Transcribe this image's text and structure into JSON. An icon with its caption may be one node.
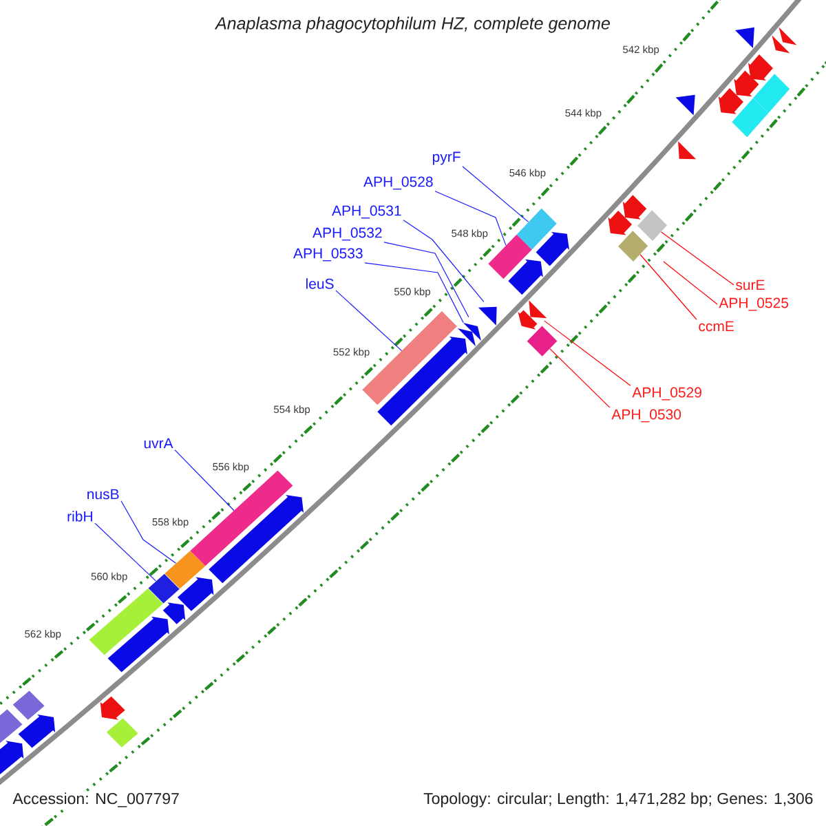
{
  "diagram": {
    "title": "Anaplasma phagocytophilum HZ, complete genome",
    "nodes": [
      {
        "text": [
          "pyrF"
        ]
      },
      {
        "text": [
          "APH_0528"
        ]
      },
      {
        "text": [
          "APH_0531"
        ]
      },
      {
        "text": [
          "APH_0532"
        ]
      },
      {
        "text": [
          "APH_0533"
        ]
      },
      {
        "text": [
          "leuS"
        ]
      },
      {
        "text": [
          "uvrA"
        ]
      },
      {
        "text": [
          "nusB"
        ]
      },
      {
        "text": [
          "ribH"
        ]
      },
      {
        "text": [
          "surE"
        ]
      },
      {
        "text": [
          "APH_0525"
        ]
      },
      {
        "text": [
          "ccmE"
        ]
      },
      {
        "text": [
          "APH_0529"
        ]
      },
      {
        "text": [
          "APH_0530"
        ]
      },
      {
        "text": [],
        "shape": "triangle"
      },
      {
        "text": [],
        "shape": "triangle"
      },
      {
        "text": [],
        "shape": "triangle"
      },
      {
        "text": [],
        "shape": "arrow"
      },
      {
        "text": [],
        "shape": "arrow"
      },
      {
        "text": [],
        "shape": "bar"
      },
      {
        "text": [],
        "shape": "triangle"
      },
      {
        "text": [],
        "shape": "arrow"
      },
      {
        "text": [],
        "shape": "bar"
      },
      {
        "text": [],
        "shape": "triangle"
      },
      {
        "text": [],
        "shape": "arrow"
      },
      {
        "text": [],
        "shape": "arrow"
      },
      {
        "text": [],
        "shape": "diamond"
      },
      {
        "text": [],
        "shape": "bar"
      },
      {
        "text": [],
        "shape": "diamond"
      },
      {
        "text": [],
        "shape": "arrow"
      },
      {
        "text": [],
        "shape": "bar"
      },
      {
        "text": [],
        "shape": "arrow"
      },
      {
        "text": [],
        "shape": "triangle"
      },
      {
        "text": [],
        "shape": "triangle"
      },
      {
        "text": [],
        "shape": "arrow"
      },
      {
        "text": [],
        "shape": "triangle"
      },
      {
        "text": [],
        "shape": "triangle"
      },
      {
        "text": [],
        "shape": "diamond"
      },
      {
        "text": [],
        "shape": "bar"
      },
      {
        "text": [],
        "shape": "arrow"
      },
      {
        "text": [],
        "shape": "bar"
      },
      {
        "text": [],
        "shape": "arrow"
      },
      {
        "text": [],
        "shape": "bar"
      },
      {
        "text": [],
        "shape": "diamond"
      },
      {
        "text": [],
        "shape": "arrow"
      },
      {
        "text": [],
        "shape": "arrow"
      },
      {
        "text": [],
        "shape": "bar"
      },
      {
        "text": [],
        "shape": "arrow"
      },
      {
        "text": [],
        "shape": "diamond"
      },
      {
        "text": [],
        "shape": "arrow"
      },
      {
        "text": [],
        "shape": "arrow"
      },
      {
        "text": [],
        "shape": "diamond"
      },
      {
        "text": [],
        "shape": "bar"
      },
      {
        "text": [],
        "shape": "arrow"
      }
    ],
    "edges": [
      {
        "from": 0,
        "to": 27,
        "arrow": "none"
      },
      {
        "from": 1,
        "to": 30,
        "arrow": "none"
      },
      {
        "from": 2,
        "to": 32,
        "arrow": "none"
      },
      {
        "from": 3,
        "to": 35,
        "arrow": "none"
      },
      {
        "from": 4,
        "to": 36,
        "arrow": "none"
      },
      {
        "from": 5,
        "to": 38,
        "arrow": "none"
      },
      {
        "from": 6,
        "to": 40,
        "arrow": "none"
      },
      {
        "from": 7,
        "to": 42,
        "arrow": "none"
      },
      {
        "from": 8,
        "to": 43,
        "arrow": "none"
      },
      {
        "from": 9,
        "to": 26,
        "arrow": "none",
        "color": "#ff0000"
      },
      {
        "from": 10,
        "to": null,
        "arrow": "none",
        "color": "#ff0000"
      },
      {
        "from": 11,
        "to": 28,
        "arrow": "none",
        "color": "#ff0000"
      },
      {
        "from": 12,
        "to": 33,
        "arrow": "none",
        "color": "#ff0000"
      },
      {
        "from": 13,
        "to": 37,
        "arrow": "none",
        "color": "#ff0000"
      }
    ],
    "labels": [
      "542 kbp",
      "544 kbp",
      "546 kbp",
      "548 kbp",
      "550 kbp",
      "552 kbp",
      "554 kbp",
      "556 kbp",
      "558 kbp",
      "560 kbp",
      "562 kbp",
      "Accession: NC_007797",
      "Topology: circular; Length: 1,471,282 bp; Genes: 1,306"
    ]
  }
}
